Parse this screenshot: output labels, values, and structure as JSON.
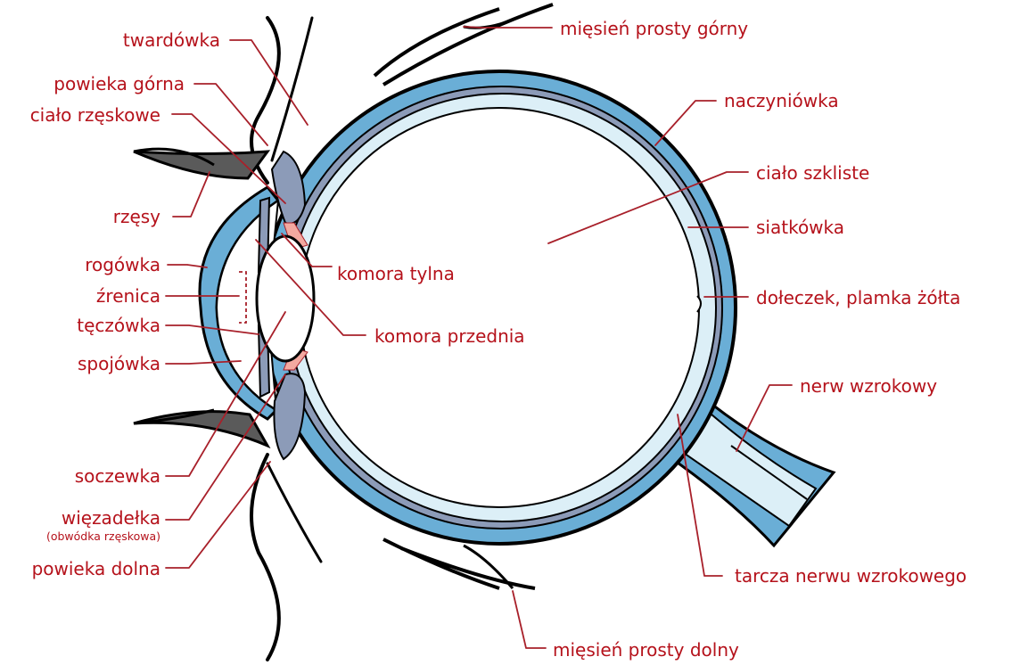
{
  "labels": {
    "twardowka": "twardówka",
    "powieka_gorna": "powieka górna",
    "cialo_rzeskowe": "ciało rzęskowe",
    "rzesy": "rzęsy",
    "rogowka": "rogówka",
    "zrenica": "źrenica",
    "teczowka": "tęczówka",
    "spojowka": "spojówka",
    "soczewka": "soczewka",
    "wiezadelka": "więzadełka",
    "wiezadelka_sub": "(obwódka rzęskowa)",
    "powieka_dolna": "powieka dolna",
    "miesien_gorny": "mięsień prosty górny",
    "naczyniowka": "naczyniówka",
    "cialo_szkliste": "ciało szkliste",
    "siatkowka": "siatkówka",
    "doleczek": "dołeczek, plamka żółta",
    "nerw": "nerw wzrokowy",
    "komora_tylna": "komora tylna",
    "komora_przednia": "komora przednia",
    "tarcza": "tarcza nerwu wzrokowego",
    "miesien_dolny": "mięsień prosty dolny"
  },
  "colors": {
    "sclera": "#6aaed6",
    "choroid": "#8c9bb8",
    "retina": "#dceff7",
    "lid": "#5a5a5a",
    "zonules": "#f3a9a0",
    "label": "#b5121b",
    "outline": "#000000"
  }
}
